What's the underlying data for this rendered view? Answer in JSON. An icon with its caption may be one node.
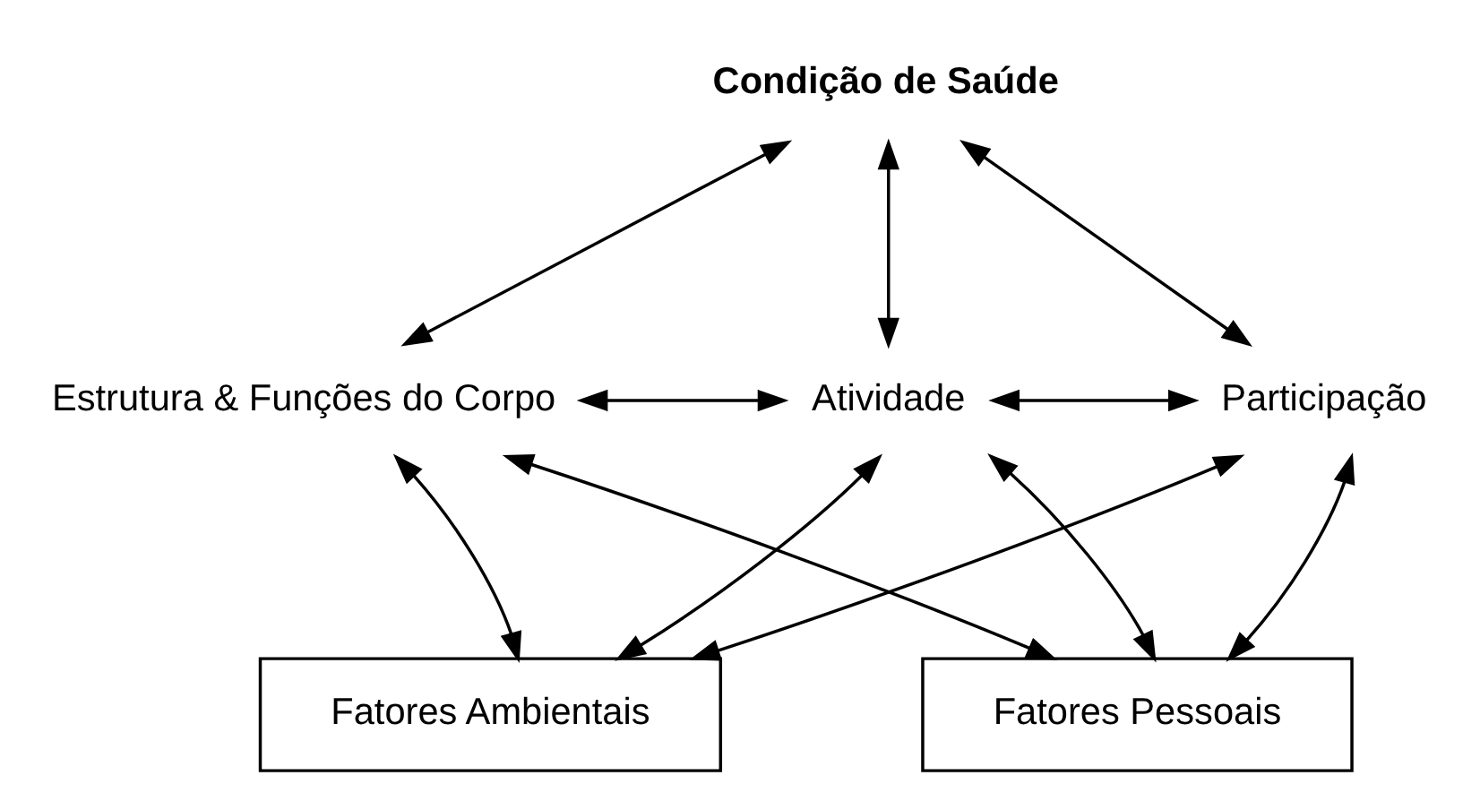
{
  "diagram": {
    "nodes": [
      {
        "text": [
          "Condição de Saúde"
        ]
      },
      {
        "text": [
          "Estrutura & Funções do Corpo"
        ]
      },
      {
        "text": [
          "Atividade"
        ]
      },
      {
        "text": [
          "Participação"
        ]
      },
      {
        "text": [
          "Fatores Ambientais"
        ]
      },
      {
        "text": [
          "Fatores Pessoais"
        ]
      }
    ],
    "edges": [
      {
        "from": 0,
        "to": 2,
        "arrow": "both"
      },
      {
        "from": 0,
        "to": 1,
        "arrow": "both"
      },
      {
        "from": 0,
        "to": 3,
        "arrow": "both"
      },
      {
        "from": 1,
        "to": 2,
        "arrow": "both"
      },
      {
        "from": 2,
        "to": 3,
        "arrow": "both"
      },
      {
        "from": 4,
        "to": 2,
        "arrow": "both"
      },
      {
        "from": 5,
        "to": 2,
        "arrow": "both"
      },
      {
        "from": 4,
        "to": 1,
        "arrow": "both"
      },
      {
        "from": 4,
        "to": 3,
        "arrow": "both"
      },
      {
        "from": 5,
        "to": 1,
        "arrow": "both"
      },
      {
        "from": 5,
        "to": 3,
        "arrow": "both"
      }
    ]
  }
}
